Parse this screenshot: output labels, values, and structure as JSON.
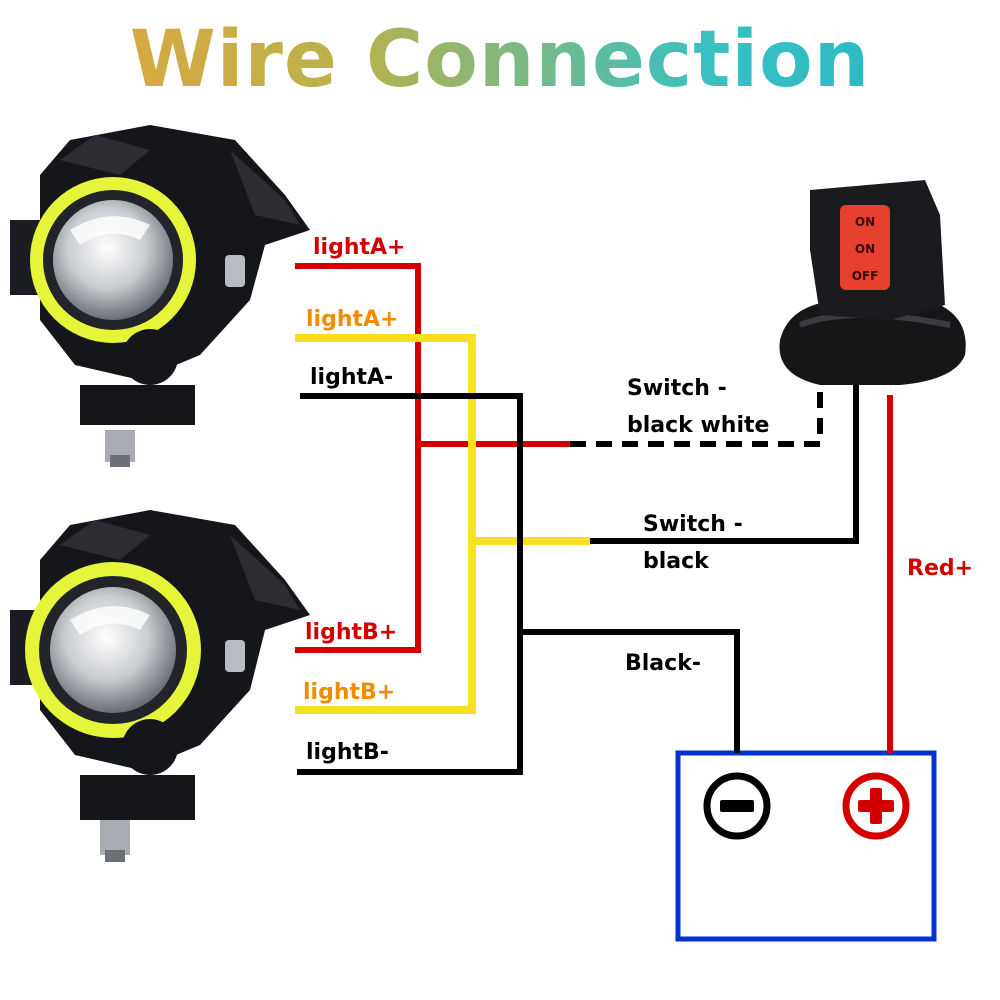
{
  "title": "Wire Connection",
  "colors": {
    "red": "#d40000",
    "yellow": "#f6e020",
    "orange_text": "#f08c00",
    "black": "#000000",
    "battery_frame": "#0033cc",
    "switch_body": "#e8402f",
    "lamp_ring": "#e4f53a"
  },
  "labels": {
    "lightA_pos_red": "lightA+",
    "lightA_pos_yellow": "lightA+",
    "lightA_neg": "lightA-",
    "lightB_pos_red": "lightB+",
    "lightB_pos_yellow": "lightB+",
    "lightB_neg": "lightB-",
    "switch_bw_line1": "Switch -",
    "switch_bw_line2": "black white",
    "switch_black_line1": "Switch -",
    "switch_black_line2": "black",
    "battery_neg_wire": "Black-",
    "battery_pos_wire": "Red+"
  },
  "switch_button": [
    "ON",
    "ON",
    "OFF"
  ],
  "icons": {
    "lamp_a": "led-fog-lamp-icon",
    "lamp_b": "led-fog-lamp-icon",
    "switch": "rocker-switch-icon",
    "battery_neg": "minus-terminal-icon",
    "battery_pos": "plus-terminal-icon"
  }
}
